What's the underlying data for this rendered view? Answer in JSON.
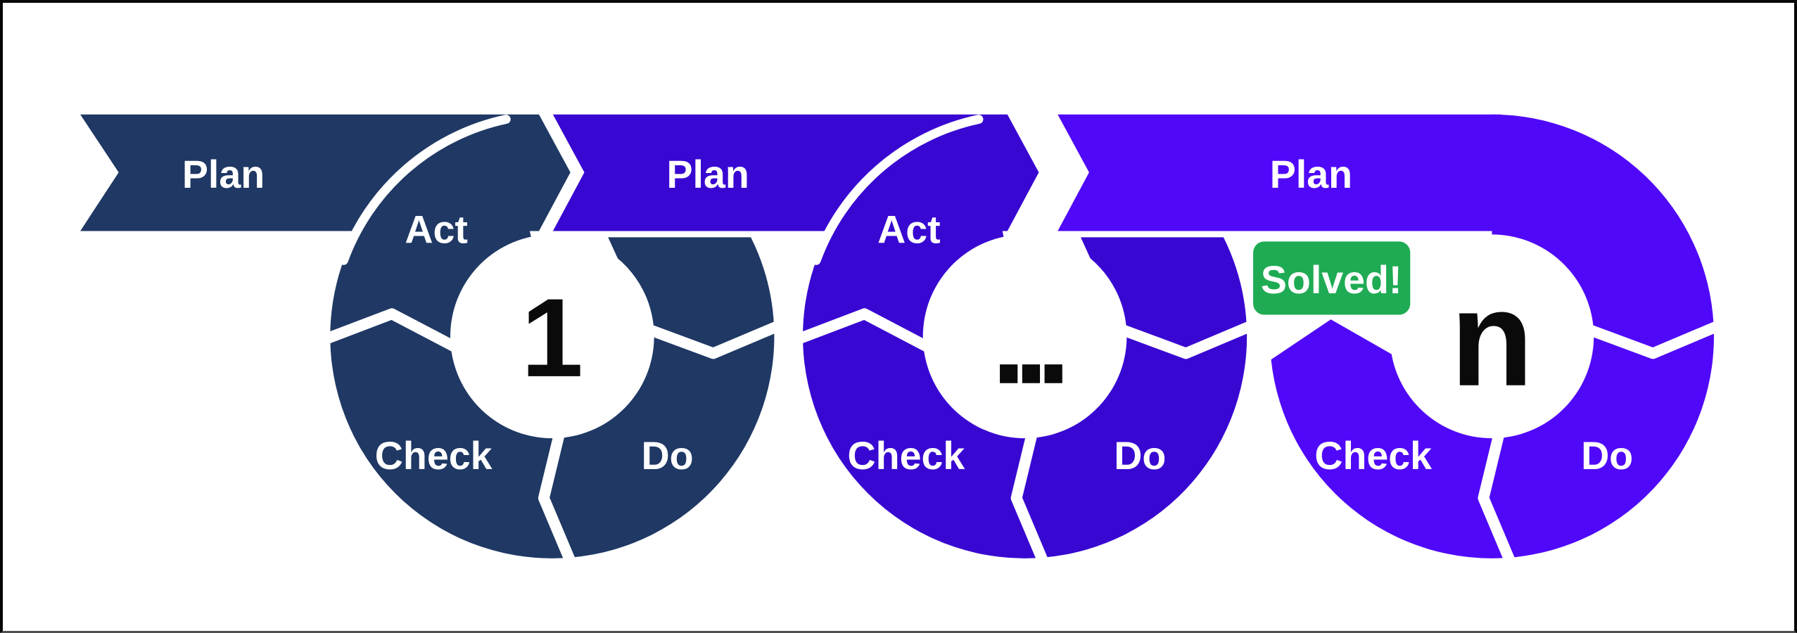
{
  "diagram": {
    "background": "#ffffff",
    "frame_border_color": "#070707"
  },
  "cycles": [
    {
      "name": "cycle-1",
      "center_label": "1",
      "plan_label": "Plan",
      "act_label": "Act",
      "check_label": "Check",
      "do_label": "Do",
      "color": "#1f3864"
    },
    {
      "name": "cycle-2",
      "center_label": "...",
      "plan_label": "Plan",
      "act_label": "Act",
      "check_label": "Check",
      "do_label": "Do",
      "color": "#3808d2"
    },
    {
      "name": "cycle-n",
      "center_label": "n",
      "plan_label": "Plan",
      "check_label": "Check",
      "do_label": "Do",
      "color": "#5009f8"
    }
  ],
  "badge": {
    "label": "Solved!",
    "bg_color": "#1fab53",
    "text_color": "#ffffff"
  },
  "text_colors": {
    "segment_labels": "#ffffff",
    "center_labels": "#0a0a0a"
  }
}
